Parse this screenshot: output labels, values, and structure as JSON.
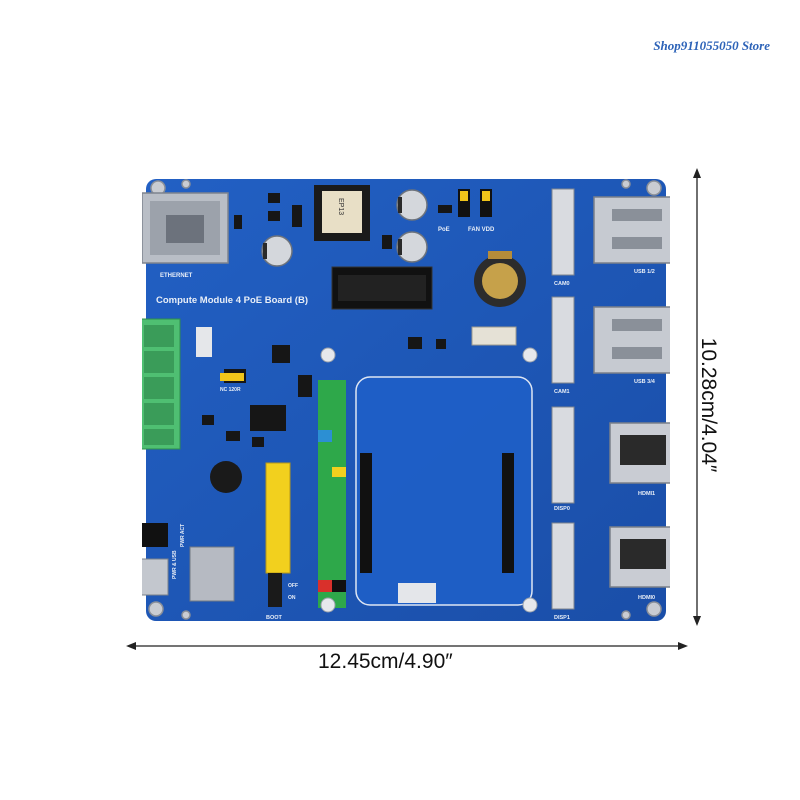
{
  "header": {
    "store_name": "Shop911055050 Store"
  },
  "dimensions": {
    "width": "12.45cm/4.90″",
    "height": "10.28cm/4.04″"
  },
  "board": {
    "title": "Compute Module 4 PoE Board (B)",
    "labels": {
      "ethernet": "ETHERNET",
      "cam0": "CAM0",
      "cam1": "CAM1",
      "disp0": "DISP0",
      "disp1": "DISP1",
      "usb12": "USB 1/2",
      "usb34": "USB 3/4",
      "hdmi1": "HDMI1",
      "hdmi0": "HDMI0",
      "poe": "PoE",
      "fan_vdd": "FAN VDD",
      "boot": "BOOT",
      "pwr_usb": "PWR & USB",
      "pwr_act": "PWR ACT",
      "nc120r": "NC 120R",
      "off": "OFF",
      "on": "ON"
    },
    "colors": {
      "pcb": "#1d55b5",
      "terminal": "#4fbf72",
      "header": "#f2d01e"
    }
  }
}
